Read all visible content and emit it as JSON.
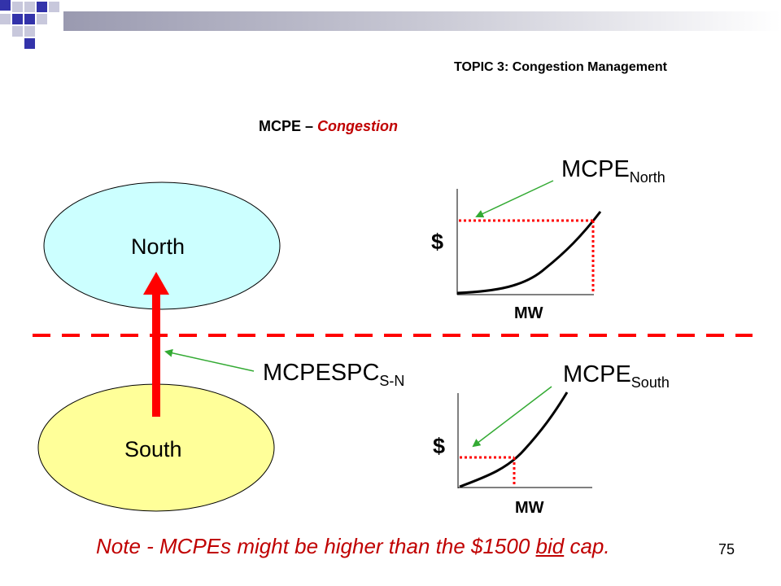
{
  "header": {
    "topic": "TOPIC 3: Congestion Management"
  },
  "subtitle": {
    "prefix": "MCPE – ",
    "highlight": "Congestion"
  },
  "regions": {
    "north": "North",
    "south": "South"
  },
  "labels": {
    "mcpe_north_main": "MCPE",
    "mcpe_north_sub": "North",
    "mcpe_south_main": "MCPE",
    "mcpe_south_sub": "South",
    "mcpespc_main": "MCPESPC",
    "mcpespc_sub": "S-N"
  },
  "axes": {
    "dollar": "$",
    "mw": "MW"
  },
  "note": {
    "before": "Note - MCPEs might be higher than the $1500 ",
    "underlined": "bid",
    "after": " cap."
  },
  "page_number": "75",
  "colors": {
    "north_fill": "#ccffff",
    "south_fill": "#ffff99",
    "accent_red": "#c00000",
    "arrow_red": "#ff0000",
    "pointer_green": "#33aa33",
    "logo_blue": "#3333aa"
  }
}
